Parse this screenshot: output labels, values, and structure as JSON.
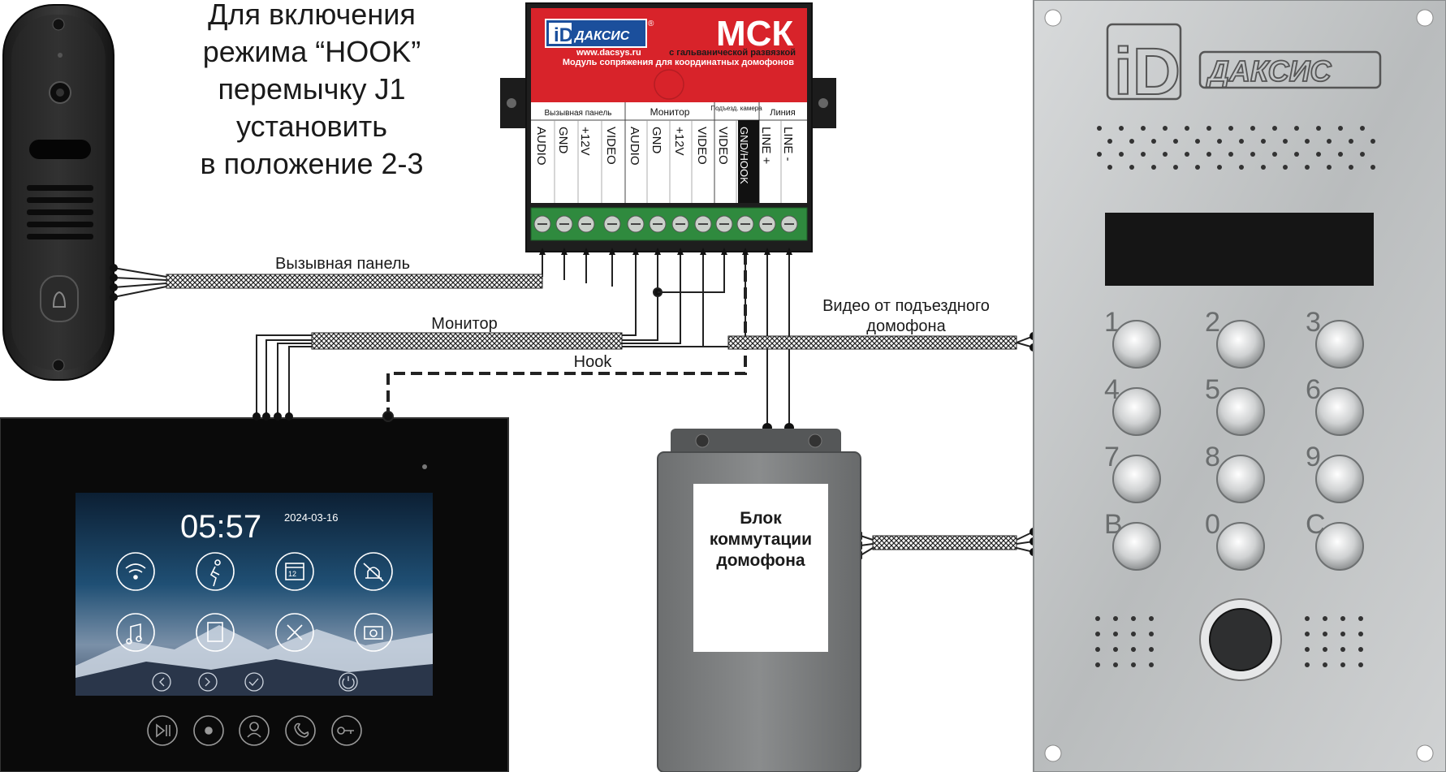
{
  "instruction": [
    "Для включения",
    "режима “HOOK”",
    "перемычку J1",
    "установить",
    "в положение 2-3"
  ],
  "msk": {
    "brand": "ДАКСИС",
    "registered": "®",
    "website": "www.dacsys.ru",
    "model": "МСК",
    "subtitle1": "с гальванической развязкой",
    "subtitle2": "Модуль сопряжения для координатных домофонов",
    "groups": [
      "Вызывная панель",
      "Монитор",
      "Подъезд. камера",
      "Линия"
    ],
    "terminals": [
      "AUDIO",
      "GND",
      "+12V",
      "VIDEO",
      "AUDIO",
      "GND",
      "+12V",
      "VIDEO",
      "VIDEO",
      "GND/HOOK",
      "LINE +",
      "LINE -"
    ]
  },
  "cables": {
    "call_panel": "Вызывная панель",
    "monitor": "Монитор",
    "hook": "Hook",
    "video_from_entrance": [
      "Видео от подъездного",
      "домофона"
    ]
  },
  "switch_block": [
    "Блок",
    "коммутации",
    "домофона"
  ],
  "monitor_screen": {
    "time": "05:57",
    "date": "2024-03-16",
    "icons": [
      "wifi-icon",
      "motion-icon",
      "calendar-icon",
      "mute-bell-icon",
      "music-icon",
      "sd-card-icon",
      "tools-icon",
      "camera-icon"
    ],
    "calendar_day": "12"
  },
  "entrance_panel": {
    "brand": "ДАКСИС",
    "keys": [
      "1",
      "2",
      "3",
      "4",
      "5",
      "6",
      "7",
      "8",
      "9",
      "B",
      "0",
      "C"
    ]
  },
  "colors": {
    "msk_red": "#d8232a",
    "terminal_green": "#2f8a3e",
    "monitor_black": "#0a0a0a",
    "steel": "#c9cbcc",
    "block_gray": "#7b7d7e"
  }
}
